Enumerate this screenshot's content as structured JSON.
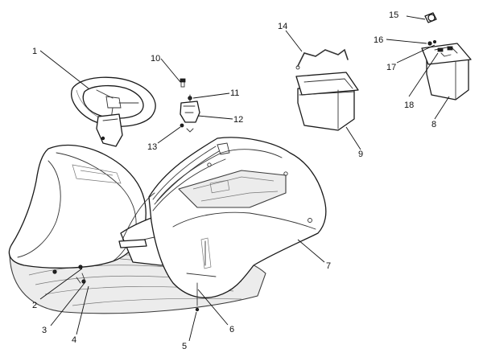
{
  "callouts": [
    {
      "label": "1"
    },
    {
      "label": "2"
    },
    {
      "label": "3"
    },
    {
      "label": "4"
    },
    {
      "label": "5"
    },
    {
      "label": "6"
    },
    {
      "label": "7"
    },
    {
      "label": "8"
    },
    {
      "label": "9"
    },
    {
      "label": "10"
    },
    {
      "label": "11"
    },
    {
      "label": "12"
    },
    {
      "label": "13"
    },
    {
      "label": "14"
    },
    {
      "label": "15"
    },
    {
      "label": "16"
    },
    {
      "label": "17"
    },
    {
      "label": "18"
    }
  ]
}
